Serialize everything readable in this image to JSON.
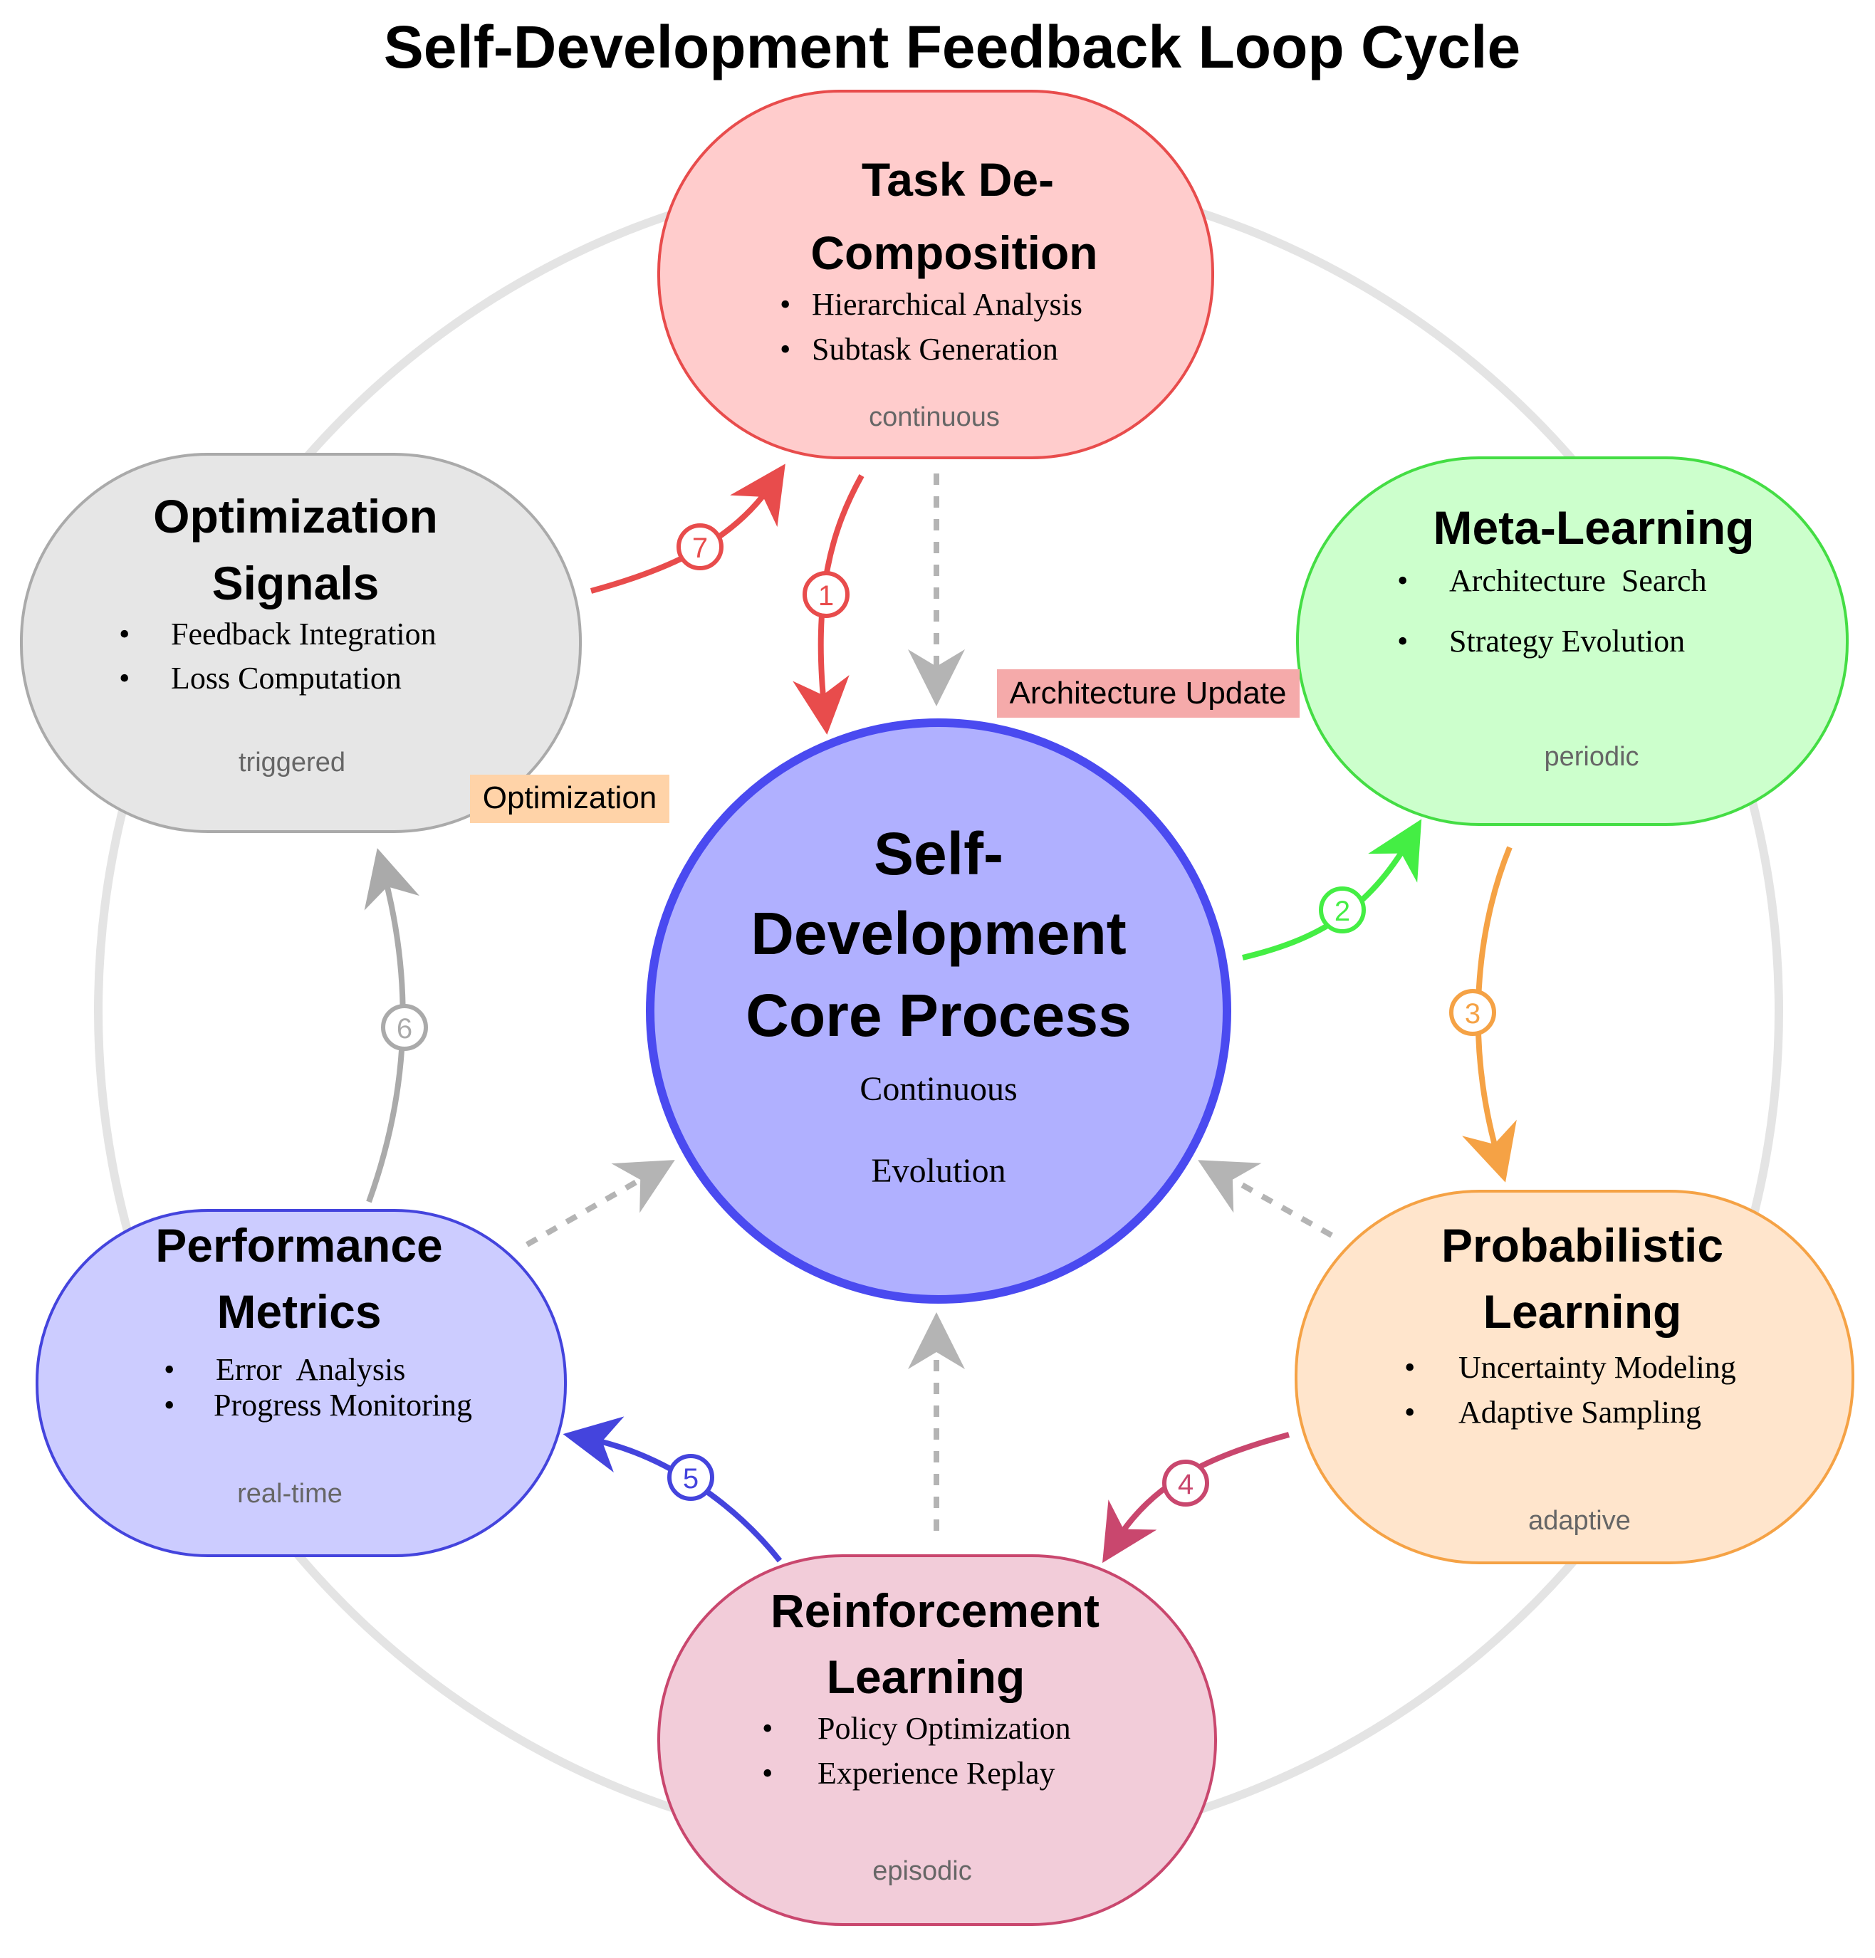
{
  "title": "Self-Development Feedback Loop Cycle",
  "center": {
    "title_lines": [
      "Self-",
      "Development",
      "Core Process"
    ],
    "subtitle_lines": [
      "Continuous",
      "Evolution"
    ]
  },
  "nodes": {
    "task": {
      "title_lines": [
        "Task De-",
        "Composition"
      ],
      "bullets": [
        "Hierarchical Analysis",
        "Subtask Generation"
      ],
      "tag": "continuous"
    },
    "meta": {
      "title_lines": [
        "Meta-Learning"
      ],
      "bullets": [
        "Architecture  Search",
        "Strategy Evolution"
      ],
      "tag": "periodic"
    },
    "prob": {
      "title_lines": [
        "Probabilistic",
        "Learning"
      ],
      "bullets": [
        "Uncertainty Modeling",
        "Adaptive Sampling"
      ],
      "tag": "adaptive"
    },
    "rl": {
      "title_lines": [
        "Reinforcement",
        "Learning"
      ],
      "bullets": [
        "Policy Optimization",
        "Experience Replay"
      ],
      "tag": "episodic"
    },
    "perf": {
      "title_lines": [
        "Performance",
        "Metrics"
      ],
      "bullets": [
        "Error  Analysis",
        "Progress Monitoring"
      ],
      "tag": "real-time"
    },
    "opt": {
      "title_lines": [
        "Optimization",
        "Signals"
      ],
      "bullets": [
        "Feedback Integration",
        "Loss Computation"
      ],
      "tag": "triggered"
    }
  },
  "labels": {
    "architecture_update": "Architecture Update",
    "optimization": "Optimization"
  },
  "steps": [
    "1",
    "2",
    "3",
    "4",
    "5",
    "6",
    "7"
  ],
  "colors": {
    "task": "#e84c4c",
    "meta": "#44dd44",
    "prob": "#f5a245",
    "rl": "#c9476e",
    "perf": "#4444dd",
    "opt": "#aaaaaa",
    "center": "#4a4af0"
  }
}
